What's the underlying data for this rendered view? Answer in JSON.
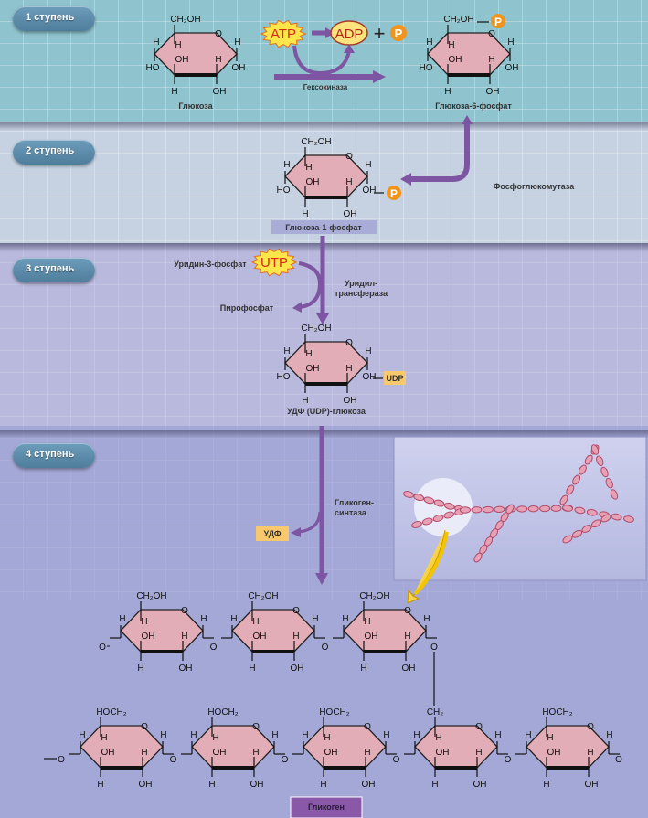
{
  "steps": [
    {
      "label": "1 ступень"
    },
    {
      "label": "2 ступень"
    },
    {
      "label": "3 ступень"
    },
    {
      "label": "4 ступень"
    }
  ],
  "step1": {
    "reactant": "Глюкоза",
    "product": "Глюкоза-6-фосфат",
    "enzyme": "Гексокиназа",
    "atp": "ATP",
    "adp": "ADP",
    "plus": "+",
    "phosphate": "P"
  },
  "step2": {
    "product": "Глюкоза-1-фосфат",
    "enzyme": "Фосфоглюкомутаза",
    "phosphate": "P"
  },
  "step3": {
    "utp": "UTP",
    "utp_name": "Уридин-3-фосфат",
    "byproduct": "Пирофосфат",
    "enzyme_line1": "Уридил-",
    "enzyme_line2": "трансфераза",
    "udp": "UDP",
    "product": "УДФ (UDP)-глюкоза"
  },
  "step4": {
    "enzyme_line1": "Гликоген-",
    "enzyme_line2": "синтаза",
    "released": "УДФ",
    "product": "Гликоген"
  },
  "atoms": {
    "ch2oh": "CH₂OH",
    "hoch2": "HOCH₂",
    "ch2": "CH₂",
    "oh": "OH",
    "ho": "HO",
    "h": "H",
    "o": "O"
  },
  "colors": {
    "band1": "#8fc3cd",
    "band2": "#c6d2e2",
    "band3": "#b8b9dd",
    "band4": "#a4a8d6",
    "ring": "#e2adb6",
    "arrow": "#7d55a2",
    "phosphate": "#f0941e",
    "udp_box": "#f8c96c",
    "glycogen_box": "#8a58a8",
    "label_box": "#a9acd6"
  }
}
